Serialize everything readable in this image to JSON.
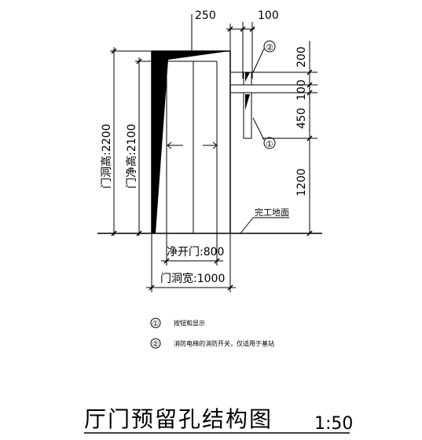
{
  "dimensions": {
    "top_left": "250",
    "top_right": "100",
    "right_200": "200",
    "right_100": "100",
    "right_450": "450",
    "right_1200": "1200",
    "left_outer": "门洞高:2200",
    "left_inner": "门净高:2100",
    "bottom_inner": "净开门:800",
    "bottom_outer": "门洞宽:1000"
  },
  "floor_label": "完工地面",
  "markers": {
    "m1": "①",
    "m2": "②"
  },
  "legend": [
    {
      "symbol": "①",
      "text": "按钮和显示"
    },
    {
      "symbol": "②",
      "text": "消防电梯的消防开关，仅适用于基站"
    }
  ],
  "title": "厅门预留孔结构图",
  "scale": "1:50"
}
